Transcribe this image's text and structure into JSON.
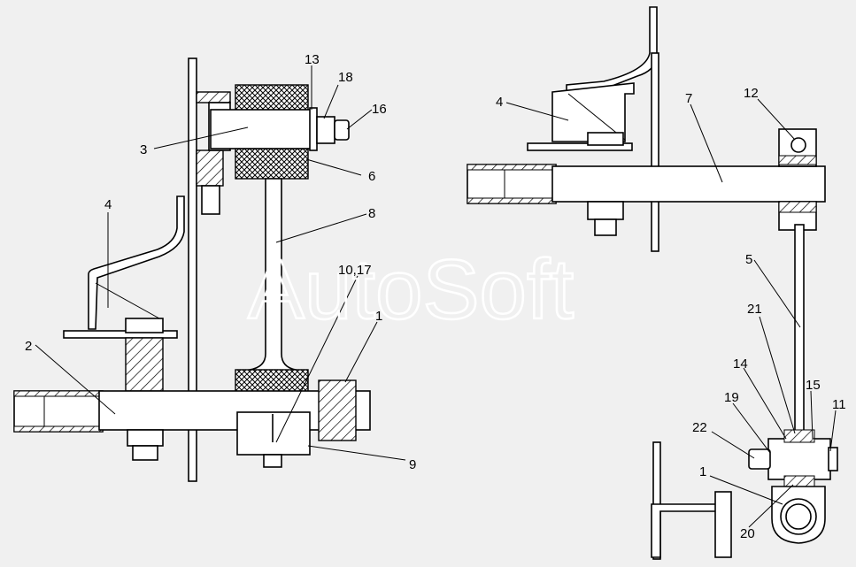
{
  "watermark": "AutoSoft",
  "labels": {
    "l13": "13",
    "l18": "18",
    "l16": "16",
    "l3": "3",
    "l6": "6",
    "l4a": "4",
    "l8": "8",
    "l1017": "10,17",
    "l1a": "1",
    "l2": "2",
    "l9": "9",
    "l4b": "4",
    "l7": "7",
    "l12": "12",
    "l5": "5",
    "l21": "21",
    "l14": "14",
    "l15": "15",
    "l19": "19",
    "l11": "11",
    "l22": "22",
    "l1b": "1",
    "l20": "20"
  },
  "colors": {
    "background": "#f0f0f0",
    "part_fill": "#ffffff",
    "ink": "#000000"
  }
}
